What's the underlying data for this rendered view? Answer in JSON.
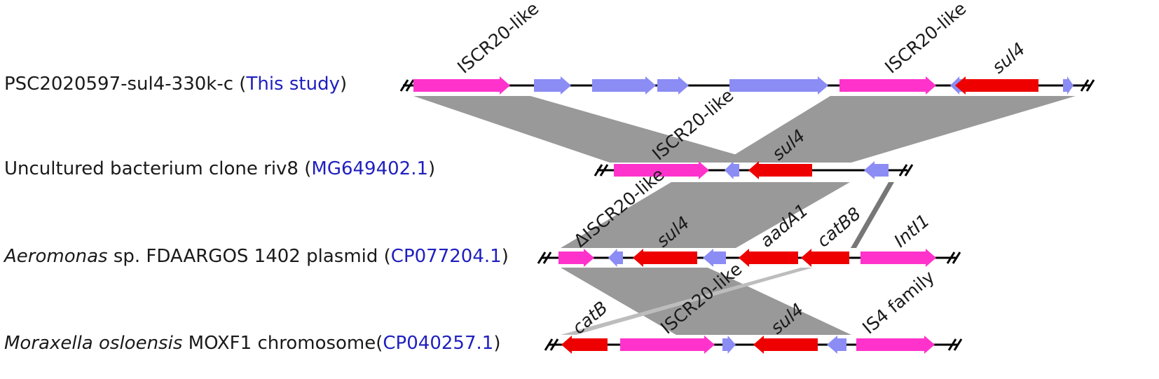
{
  "colors": {
    "is_element": "#ff33cc",
    "arg": "#ee0000",
    "other": "#8c8cf5",
    "homology_dark": "#999999",
    "homology_light": "#bdbdbd",
    "backbone": "#000000",
    "accession": "#1f1fbf"
  },
  "tracks": [
    {
      "id": "t1",
      "name_plain": "PSC2020597-sul4-330k-c (",
      "name_italic": "",
      "name_rest": "",
      "accession": "This study",
      "close": ")"
    },
    {
      "id": "t2",
      "name_plain": "Uncultured bacterium clone riv8 (",
      "name_italic": "",
      "name_rest": "",
      "accession": "MG649402.1",
      "close": ")"
    },
    {
      "id": "t3",
      "name_plain": "",
      "name_italic": "Aeromonas",
      "name_rest": " sp. FDAARGOS 1402 plasmid (",
      "accession": "CP077204.1",
      "close": ")"
    },
    {
      "id": "t4",
      "name_plain": "",
      "name_italic": "Moraxella osloensis",
      "name_rest": " MOXF1 chromosome(",
      "accession": "CP040257.1",
      "close": ")"
    }
  ],
  "gene_labels": {
    "t1_iscr_a": "ISCR20-like",
    "t1_iscr_b": "ISCR20-like",
    "t1_sul4": "sul4",
    "t2_iscr": "ISCR20-like",
    "t2_sul4": "sul4",
    "t3_iscr": "ΔISCR20-like",
    "t3_sul4": "sul4",
    "t3_aada1": "aadA1",
    "t3_catb8": "catB8",
    "t3_intl1": "IntI1",
    "t4_catb": "catB",
    "t4_iscr": "ISCR20-like",
    "t4_sul4": "sul4",
    "t4_is4": "IS4 family"
  }
}
